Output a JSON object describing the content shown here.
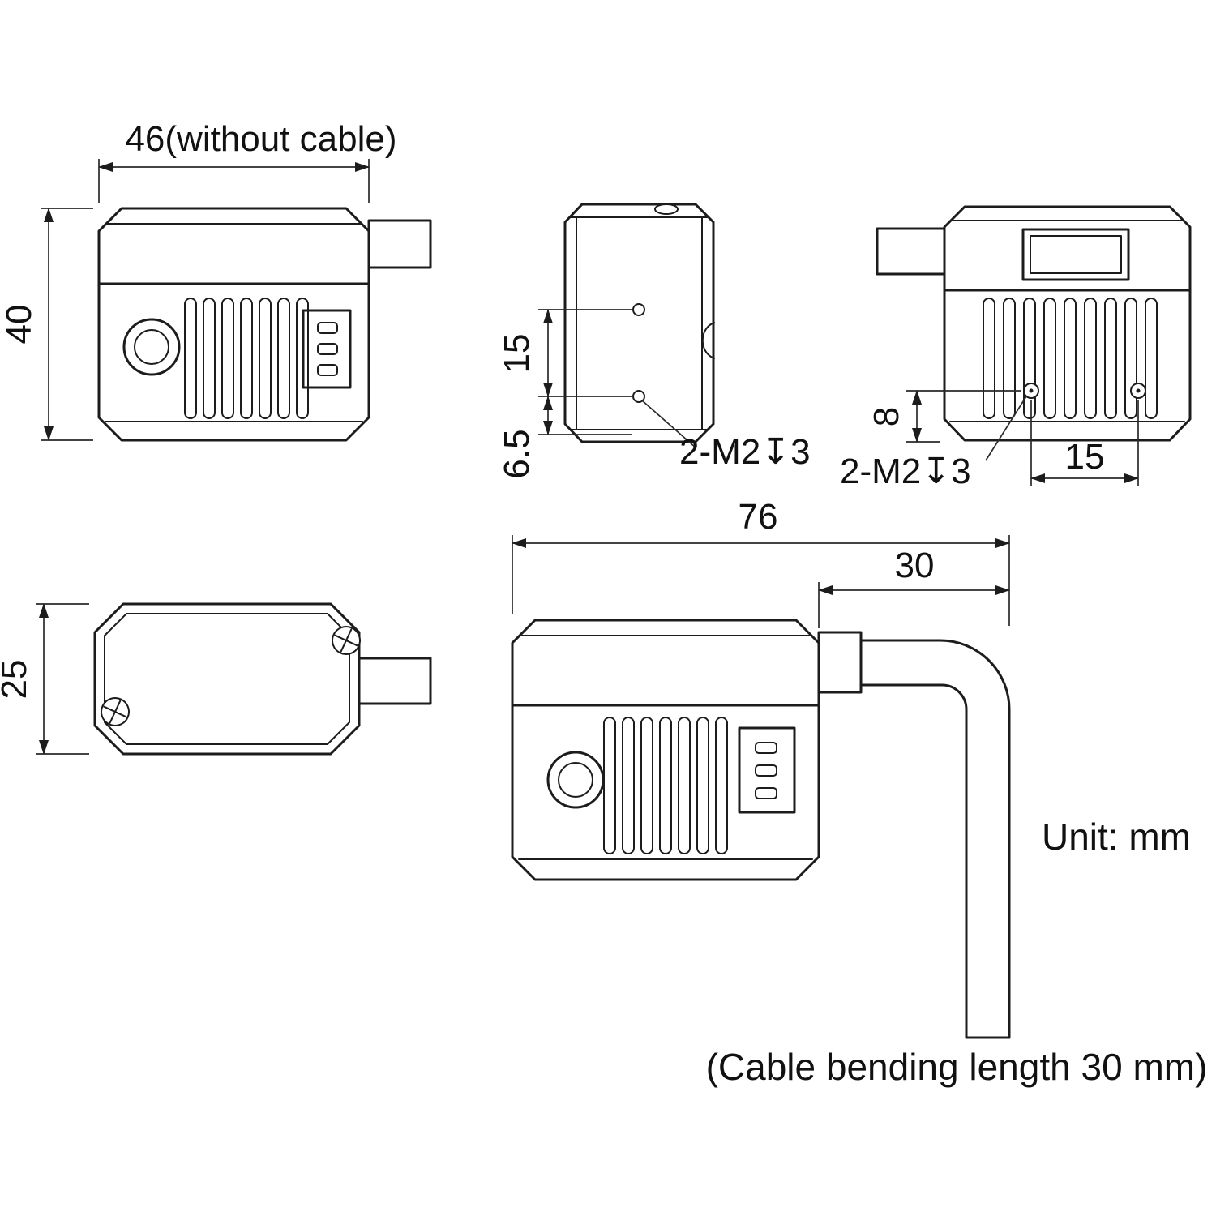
{
  "labels": {
    "unit": "Unit: mm",
    "cable_note": "(Cable bending length 30 mm)"
  },
  "front_view": {
    "width": "46(without cable)",
    "height": "40"
  },
  "side_view": {
    "hole_spacing": "15",
    "hole_offset": "6.5",
    "thread": "2-M2↧3"
  },
  "rear_view": {
    "hole_offset": "8",
    "hole_spacing": "15",
    "thread": "2-M2↧3"
  },
  "top_view": {
    "depth": "25"
  },
  "cable_view": {
    "total_length": "76",
    "bend_length": "30"
  },
  "units": "mm"
}
